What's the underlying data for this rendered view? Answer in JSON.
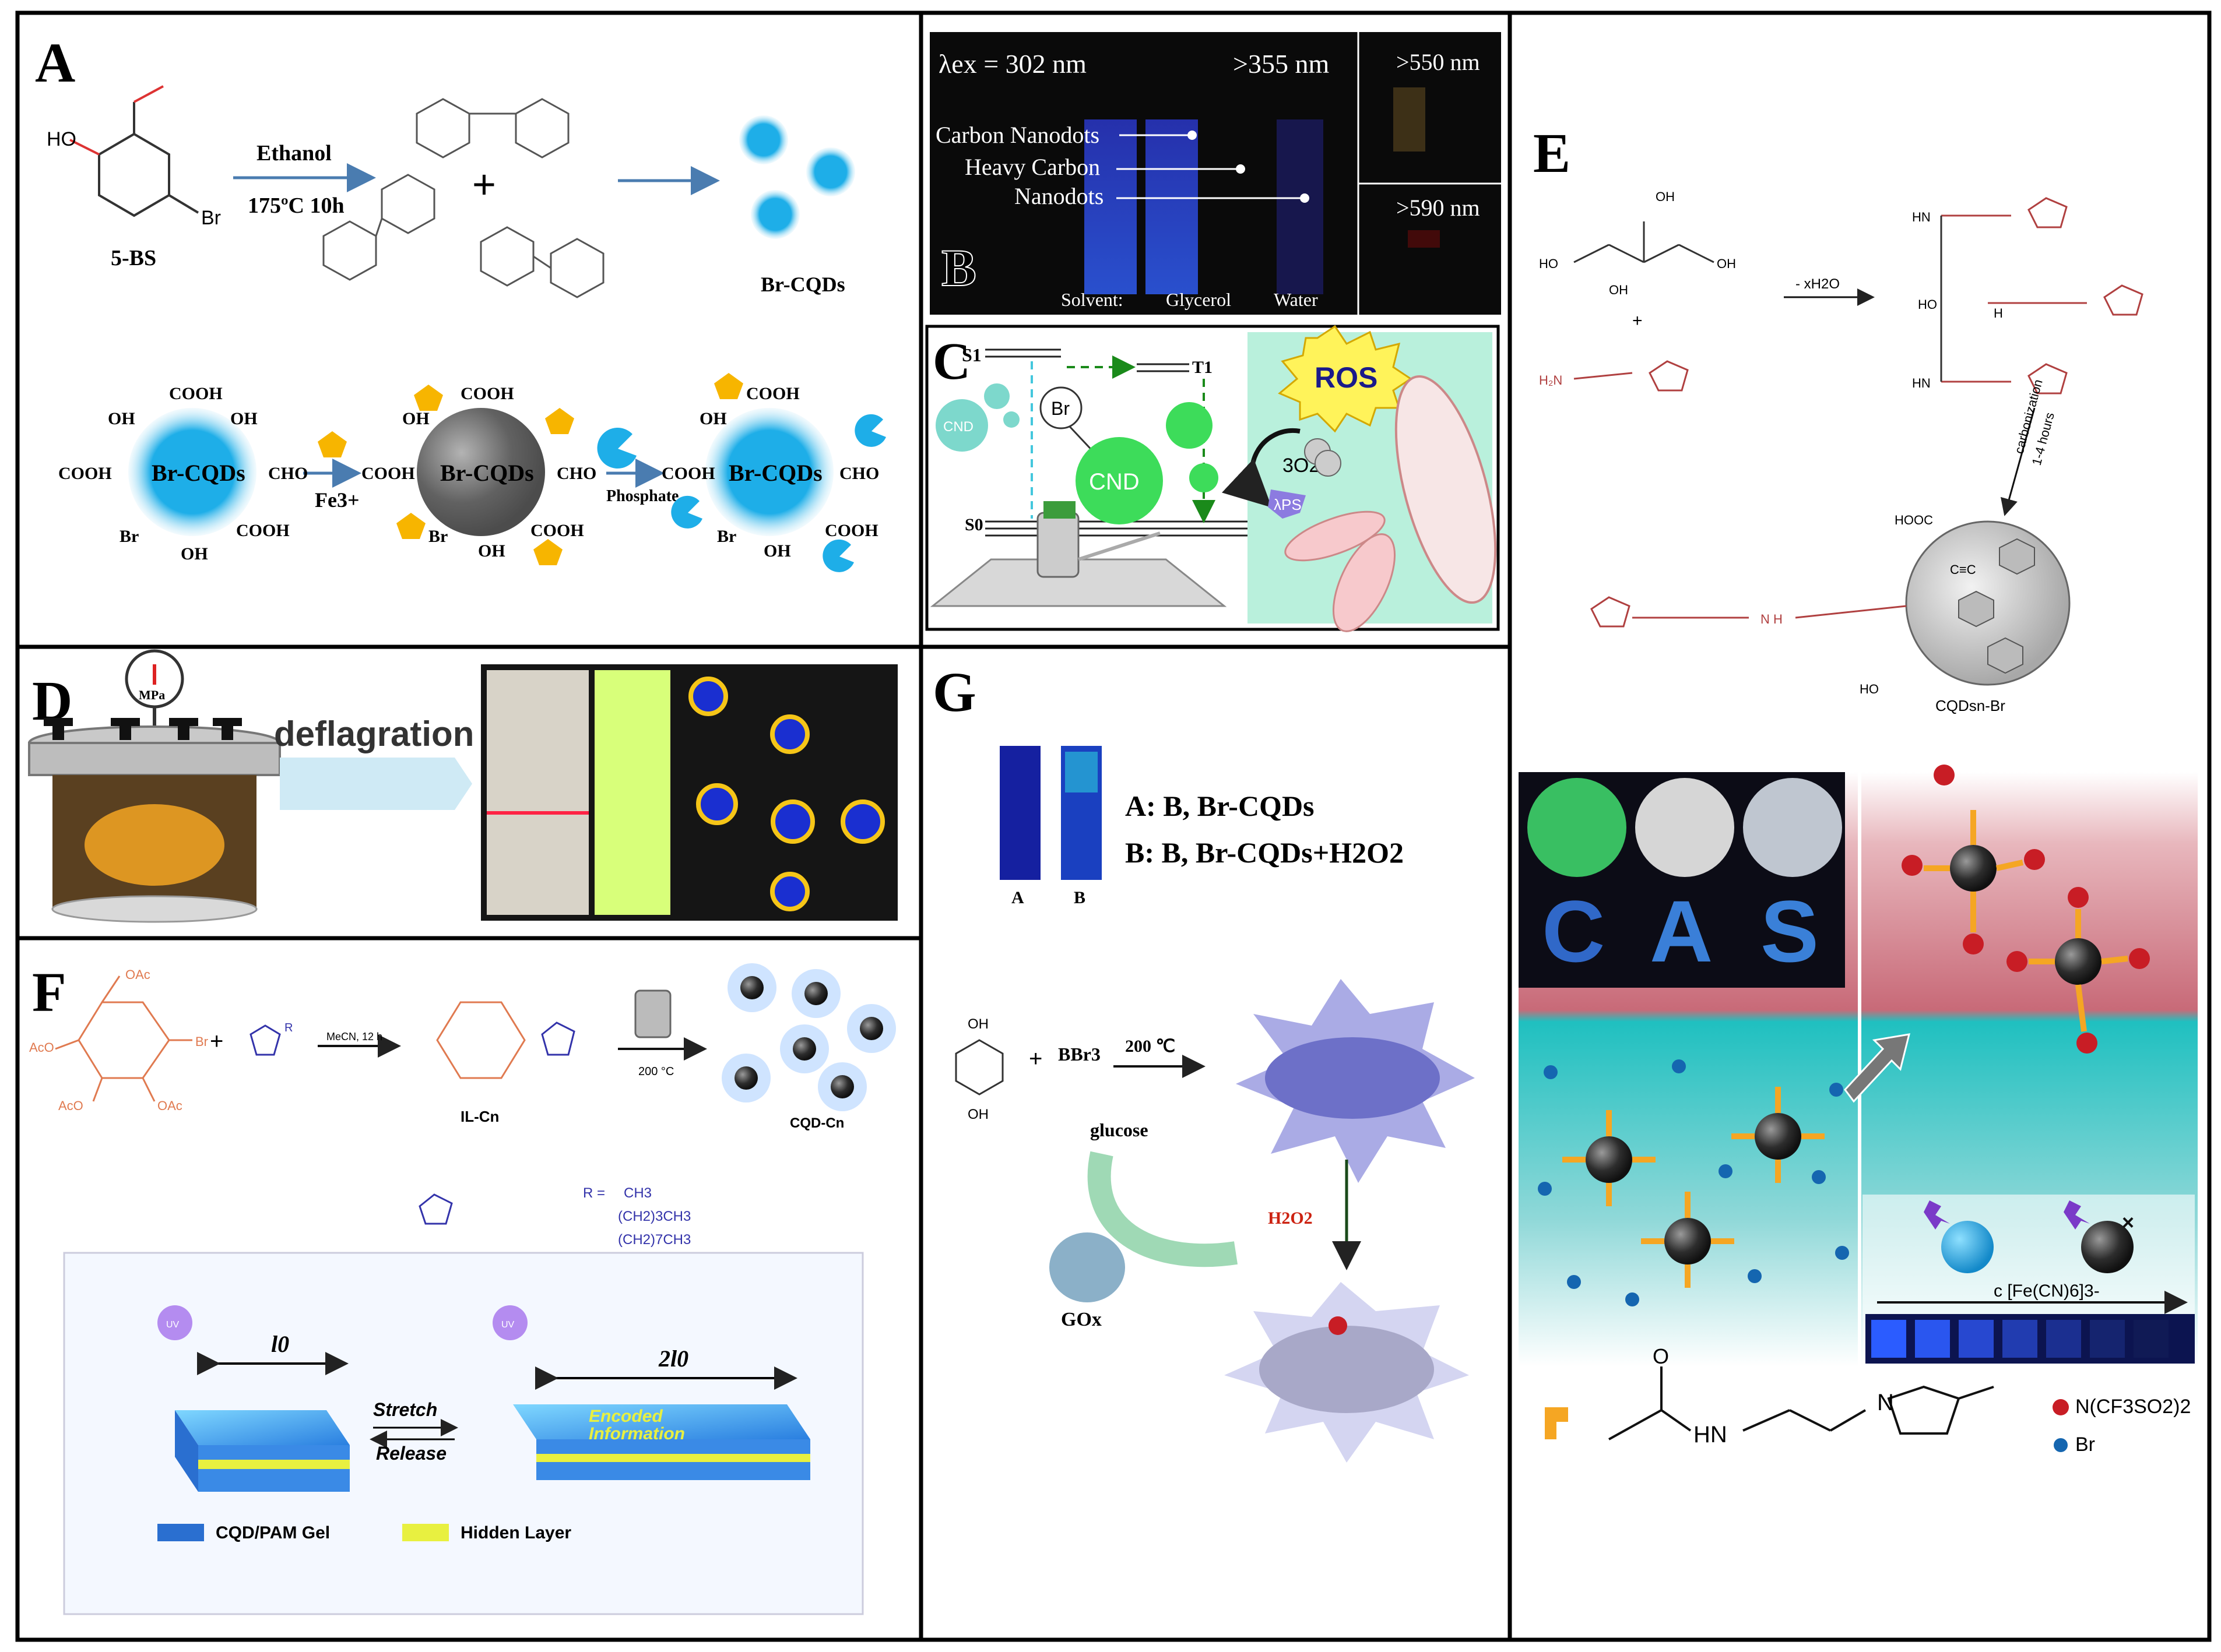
{
  "panels": {
    "A": {
      "letter": "A",
      "reactant": "5-BS",
      "solvent": "Ethanol",
      "condition": "175ºC 10h",
      "plus": "+",
      "product": "Br-CQDs",
      "core": "Br-CQDs",
      "fe_label": "Fe3+",
      "phosphate": "Phosphate",
      "groups": {
        "oh": "OH",
        "cooh": "COOH",
        "cho": "CHO",
        "br": "Br"
      }
    },
    "B": {
      "letter": "B",
      "lambda_ex": "λex = 302 nm",
      "filter1": ">355 nm",
      "filter2": ">550 nm",
      "filter3": ">590 nm",
      "label_cnd": "Carbon Nanodots",
      "label_heavy1": "Heavy Carbon",
      "label_heavy2": "Nanodots",
      "solvent": "Solvent:",
      "glycerol": "Glycerol",
      "water": "Water"
    },
    "C": {
      "letter": "C",
      "s1": "S1",
      "t1": "T1",
      "s0": "S0",
      "cnd_small": "CND",
      "br": "Br",
      "cnd_big": "CND",
      "ros": "ROS",
      "o2": "3O2",
      "lps": "λPS"
    },
    "D": {
      "letter": "D",
      "mpa": "MPa",
      "deflagration": "deflagration"
    },
    "E": {
      "letter": "E",
      "cat": "- xH2O",
      "carbonization": "carbonization",
      "hours": "1-4 hours",
      "product": "CQDsn-Br",
      "cas": [
        "C",
        "A",
        "S"
      ],
      "conc": "c [Fe(CN)6]3-",
      "legend_tf2n": "N(CF3SO2)2",
      "legend_br": "Br",
      "hn": "HN",
      "n": "N"
    },
    "F": {
      "letter": "F",
      "solvent": "MeCN, 12 h",
      "temp": "200 °C",
      "ilcn": "IL-Cn",
      "cqdcn": "CQD-Cn",
      "r_eq": "R =",
      "r1": "CH3",
      "r2": "(CH2)3CH3",
      "r3": "(CH2)7CH3",
      "l0": "l0",
      "l2": "2l0",
      "stretch": "Stretch",
      "release": "Release",
      "encoded1": "Encoded",
      "encoded2": "Information",
      "legend_gel": "CQD/PAM Gel",
      "legend_hidden": "Hidden Layer",
      "uv": "UV"
    },
    "G": {
      "letter": "G",
      "cuvette_a": "A",
      "cuvette_b": "B",
      "legend_a": "A: B, Br-CQDs",
      "legend_b": "B: B, Br-CQDs+H2O2",
      "reagent": "BBr3",
      "temp": "200 ℃",
      "glucose": "glucose",
      "h2o2": "H2O2",
      "gox": "GOx",
      "plus": "+"
    }
  },
  "colors": {
    "cqd_blue": "#1eaee8",
    "pentagon": "#f7b500",
    "black_panel": "#0a0a0a",
    "cnd_green": "#3ddc5a",
    "teal": "#1fb8b8",
    "pink": "#e8a7aa",
    "arrow_blue": "#4a7cb0"
  }
}
